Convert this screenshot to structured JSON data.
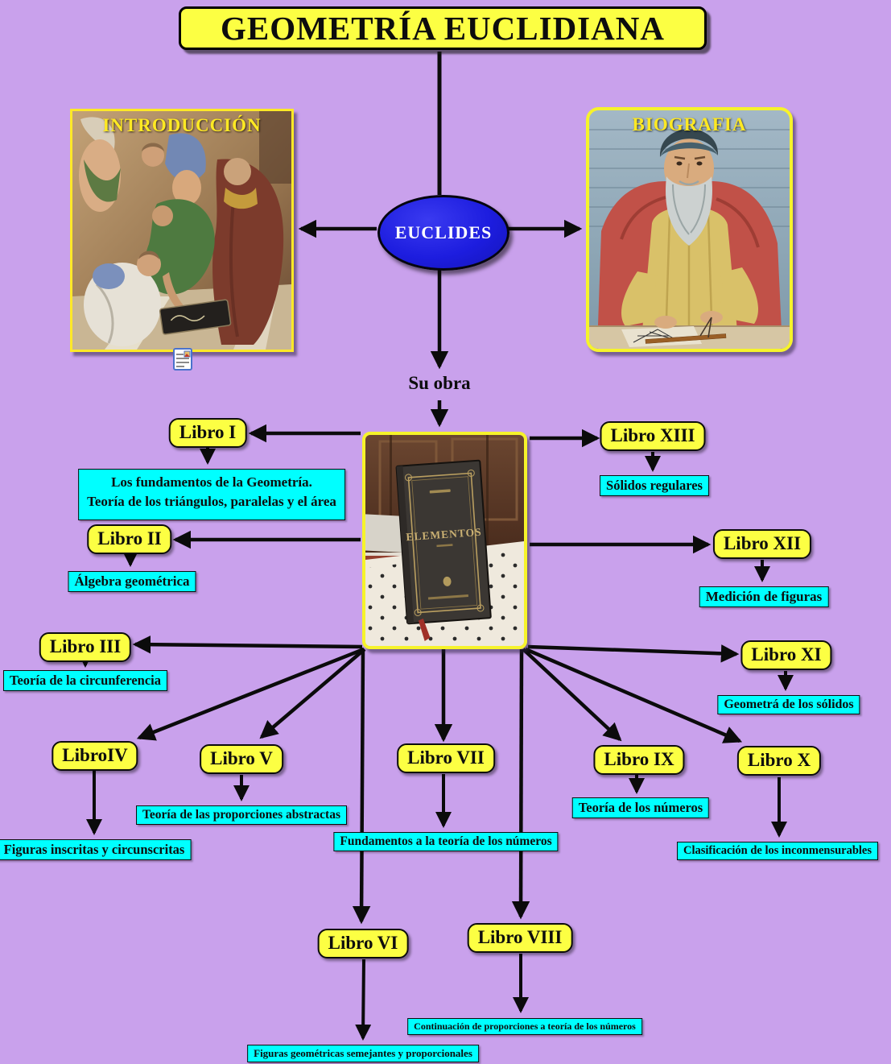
{
  "page": {
    "title": "GEOMETRÍA EUCLIDIANA"
  },
  "colors": {
    "background": "#C9A1EC",
    "node_yellow": "#FCFF43",
    "desc_cyan": "#00FFFF",
    "euclides_blue": "#1D1DDF",
    "arrow_black": "#0B0B0B",
    "image_label_yellow": "#FFE923"
  },
  "center": {
    "euclides": "EUCLIDES",
    "su_obra": "Su obra"
  },
  "images": {
    "introduccion": {
      "label": "INTRODUCCIÓN"
    },
    "biografia": {
      "label": "BIOGRAFIA"
    },
    "elementos_book": {
      "cover_title": "ELEMENTOS"
    }
  },
  "icons": {
    "resource": "document-image-icon"
  },
  "books": [
    {
      "label": "Libro I",
      "desc": "Los fundamentos de la Geometría.\nTeoría de los triángulos, paralelas y el área"
    },
    {
      "label": "Libro II",
      "desc": "Álgebra geométrica"
    },
    {
      "label": "Libro III",
      "desc": "Teoría de la circunferencia"
    },
    {
      "label": "LibroIV",
      "desc": "Figuras inscritas y circunscritas"
    },
    {
      "label": "Libro V",
      "desc": "Teoría de las proporciones abstractas"
    },
    {
      "label": "Libro VI",
      "desc": "Figuras geométricas semejantes y proporcionales"
    },
    {
      "label": "Libro VII",
      "desc": "Fundamentos a la teoría de los números"
    },
    {
      "label": "Libro VIII",
      "desc": "Continuación de proporciones a teoría de los números"
    },
    {
      "label": "Libro IX",
      "desc": "Teoría de los números"
    },
    {
      "label": "Libro X",
      "desc": "Clasificación de los inconmensurables"
    },
    {
      "label": "Libro XI",
      "desc": "Geometrá de los sólidos"
    },
    {
      "label": "Libro XII",
      "desc": "Medición de figuras"
    },
    {
      "label": "Libro XIII",
      "desc": "Sólidos regulares"
    }
  ]
}
